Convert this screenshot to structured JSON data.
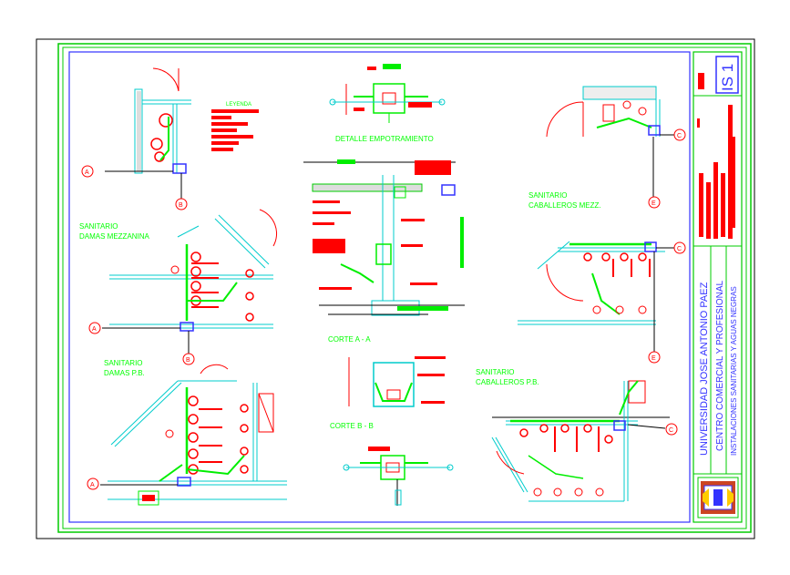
{
  "sheet": {
    "code": "IS 1",
    "university": "UNIVERSIDAD JOSE ANTONIO PAEZ",
    "center": "CENTRO COMERCIAL Y PROFESIONAL",
    "subject": "INSTALACIONES SANITARIAS Y AGUAS NEGRAS"
  },
  "labels": {
    "leyenda": "LEYENDA",
    "detalle": "DETALLE EMPOTRAMIENTO",
    "corte_a": "CORTE A - A",
    "corte_b": "CORTE B - B",
    "damas_mezz_1": "SANITARIO",
    "damas_mezz_2": "DAMAS MEZZANINA",
    "damas_pb_1": "SANITARIO",
    "damas_pb_2": "DAMAS P.B.",
    "cab_mezz_1": "SANITARIO",
    "cab_mezz_2": "CABALLEROS MEZZ.",
    "cab_pb_1": "SANITARIO",
    "cab_pb_2": "CABALLEROS P.B."
  },
  "axes": {
    "a": "A",
    "b": "B",
    "c": "C",
    "e": "E"
  },
  "colors": {
    "frame": "#00cc00",
    "inner_frame": "#3333ff",
    "walls": "#00cccc",
    "pipes": "#00ee00",
    "fixtures": "#ff0000",
    "text": "#00ff00",
    "title_text": "#3333ff"
  }
}
